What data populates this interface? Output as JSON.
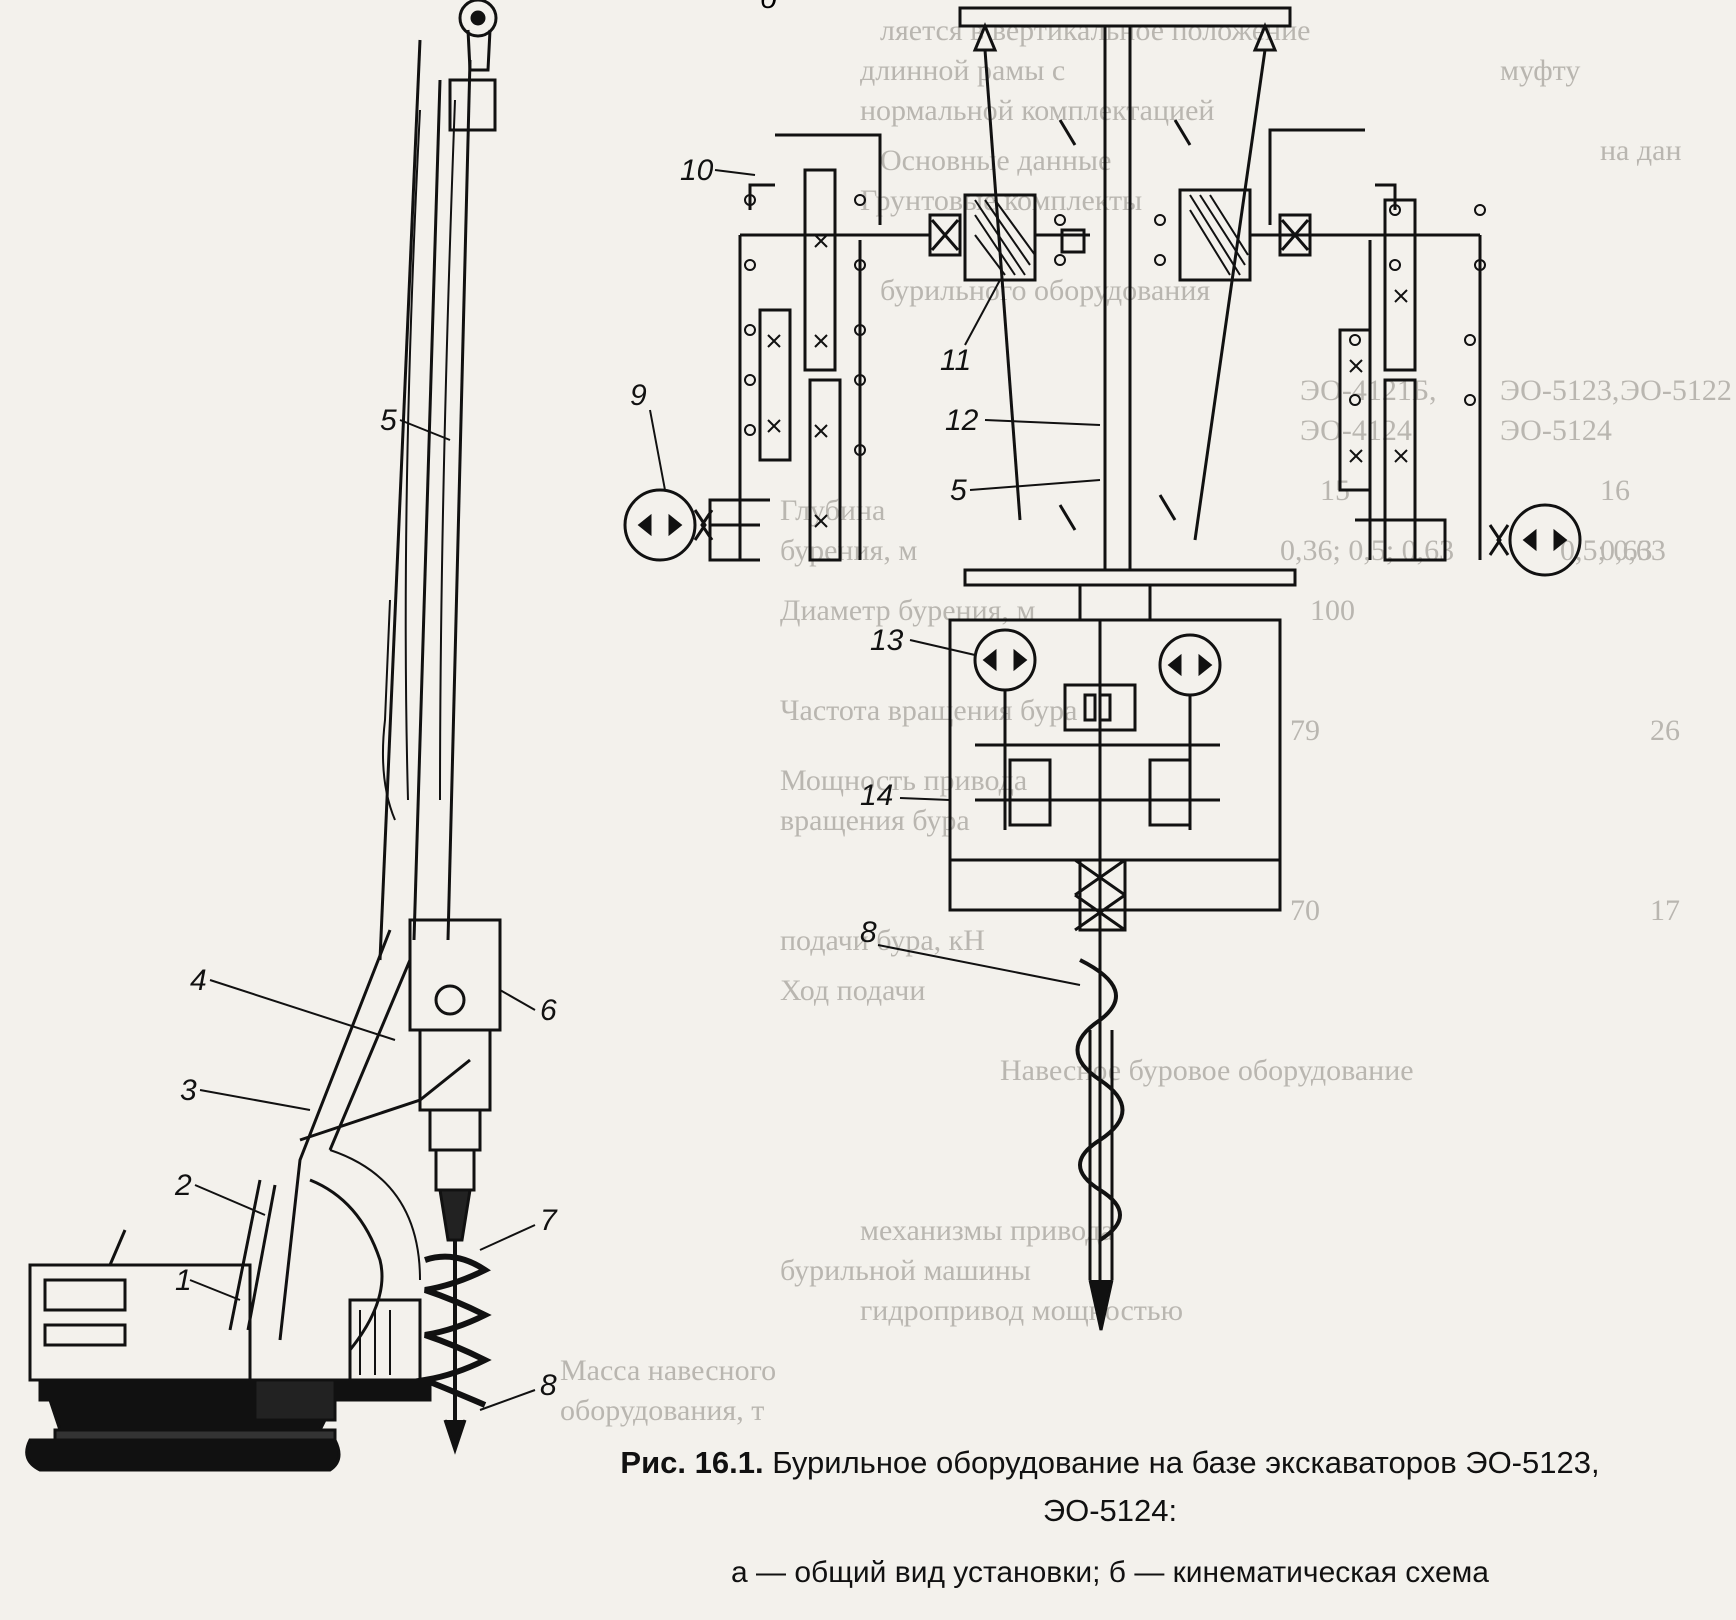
{
  "figure": {
    "panel_label_b": "б",
    "callouts_left": [
      "1",
      "2",
      "3",
      "4",
      "5",
      "6",
      "7",
      "8"
    ],
    "callouts_right": [
      "8",
      "9",
      "10",
      "11",
      "12",
      "5",
      "13",
      "14"
    ]
  },
  "caption": {
    "label": "Рис. 16.1.",
    "title_line1": "Бурильное оборудование на базе экскаваторов ЭО-5123,",
    "title_line2": "ЭО-5124:",
    "subtitle": "а — общий вид установки; б — кинематическая схема"
  },
  "bleed_through": [
    "ляется в вертикальное положение",
    "длинной рамы с",
    "нормальной комплектацией",
    "муфту",
    "на дан",
    "ЭО-4121Б,",
    "ЭО-5123,",
    "ЭО-4124",
    "ЭО-5124",
    "ЭО-5122",
    "Глубина",
    "бурения, м",
    "Диаметр бурения, м",
    "Частота вращения бура",
    "Мощность привода",
    "вращения бура",
    "Ход подачи",
    "Масса навесного",
    "оборудования, т",
    "15",
    "0,36; 0,5; 0,63",
    "100",
    "79",
    "70",
    "16",
    "0,63",
    "0,5; 0,63",
    "26",
    "17",
    "Основные данные",
    "Грунтовые комплекты",
    "бурильного оборудования",
    "бурильной машины",
    "подачи бура, кН",
    "механизмы привода",
    "гидропривод мощностью",
    "Навесное буровое оборудование"
  ]
}
